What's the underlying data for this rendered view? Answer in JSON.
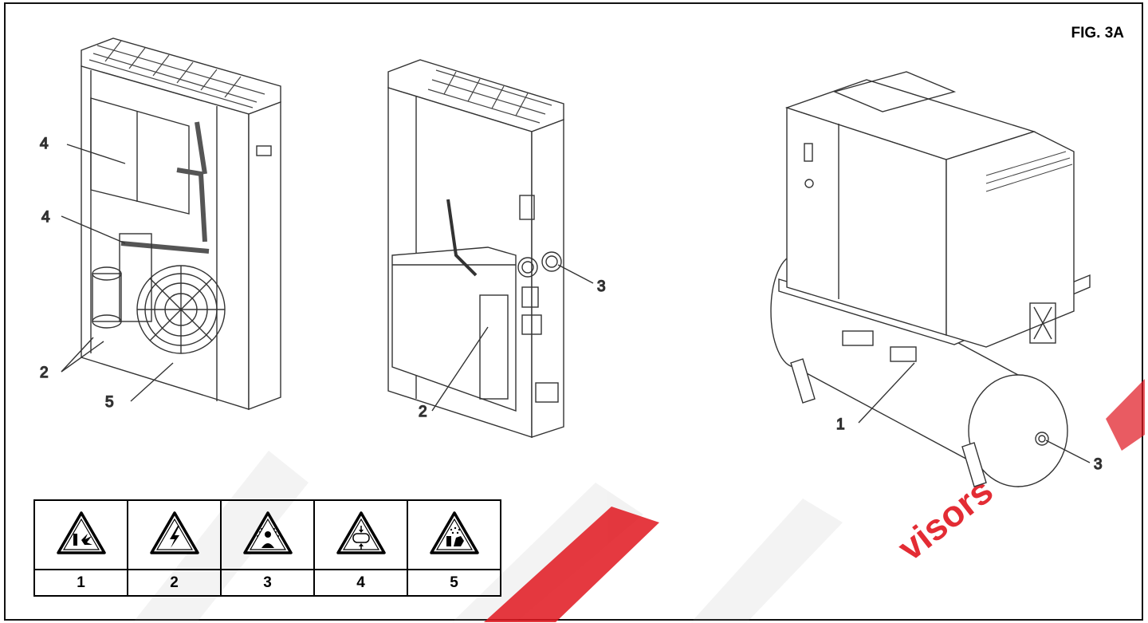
{
  "figure": {
    "label": "FIG. 3A"
  },
  "watermark": {
    "text": "visors",
    "color": "#e0161f"
  },
  "views": {
    "left": {
      "callouts": [
        "4",
        "4",
        "2",
        "5"
      ]
    },
    "middle": {
      "callouts": [
        "3",
        "2"
      ]
    },
    "right": {
      "callouts": [
        "1",
        "3"
      ]
    }
  },
  "hazard_legend": {
    "items": [
      {
        "number": "1",
        "icon": "explosion-hazard-icon"
      },
      {
        "number": "2",
        "icon": "electric-shock-hazard-icon"
      },
      {
        "number": "3",
        "icon": "pressurized-discharge-hazard-icon"
      },
      {
        "number": "4",
        "icon": "pressure-vessel-hazard-icon"
      },
      {
        "number": "5",
        "icon": "refrigerant-burn-hazard-icon"
      }
    ]
  }
}
